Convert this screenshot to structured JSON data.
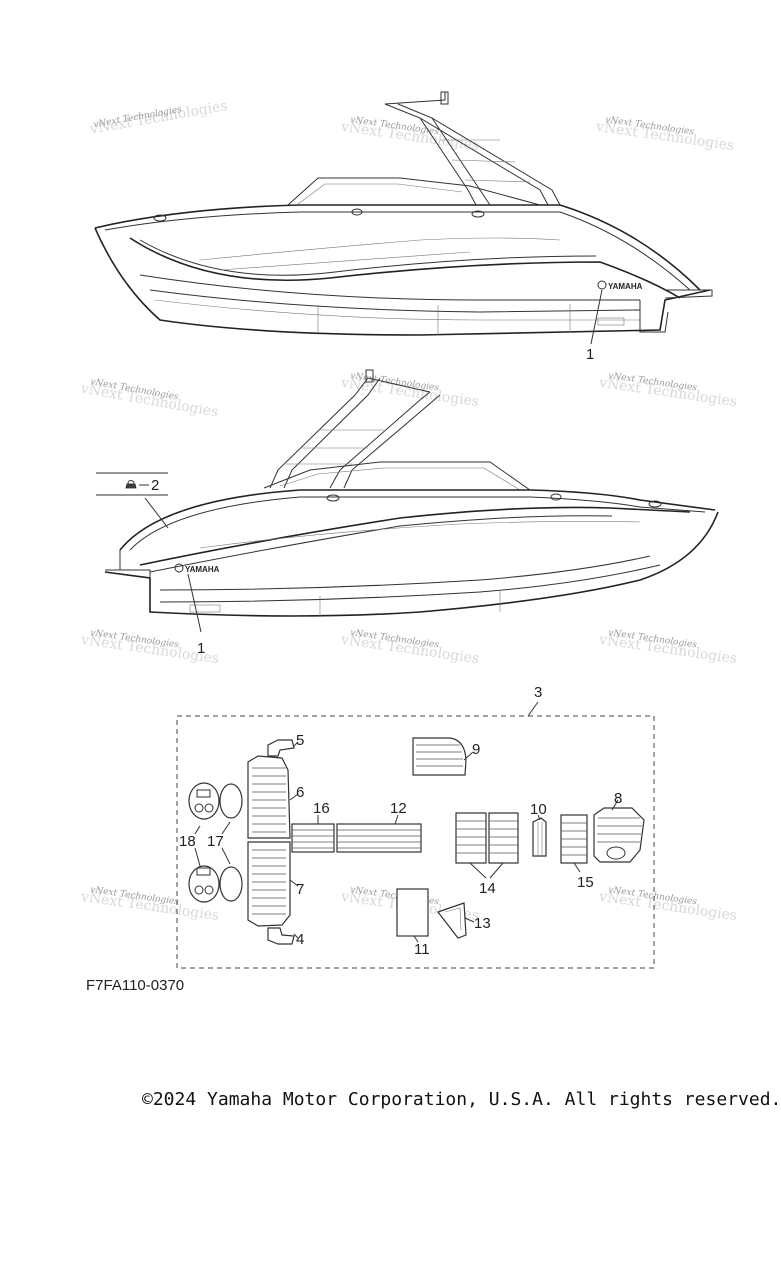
{
  "diagram": {
    "callouts": [
      "1",
      "1",
      "2",
      "3",
      "4",
      "5",
      "6",
      "7",
      "8",
      "9",
      "10",
      "11",
      "12",
      "13",
      "14",
      "15",
      "16",
      "17",
      "18"
    ],
    "watermark_text": "vNext Technologies",
    "hull_brand": "YAMAHA",
    "part_code": "F7FA110-0370"
  },
  "footer": {
    "copyright": "©2024 Yamaha Motor Corporation, U.S.A. All rights reserved."
  }
}
